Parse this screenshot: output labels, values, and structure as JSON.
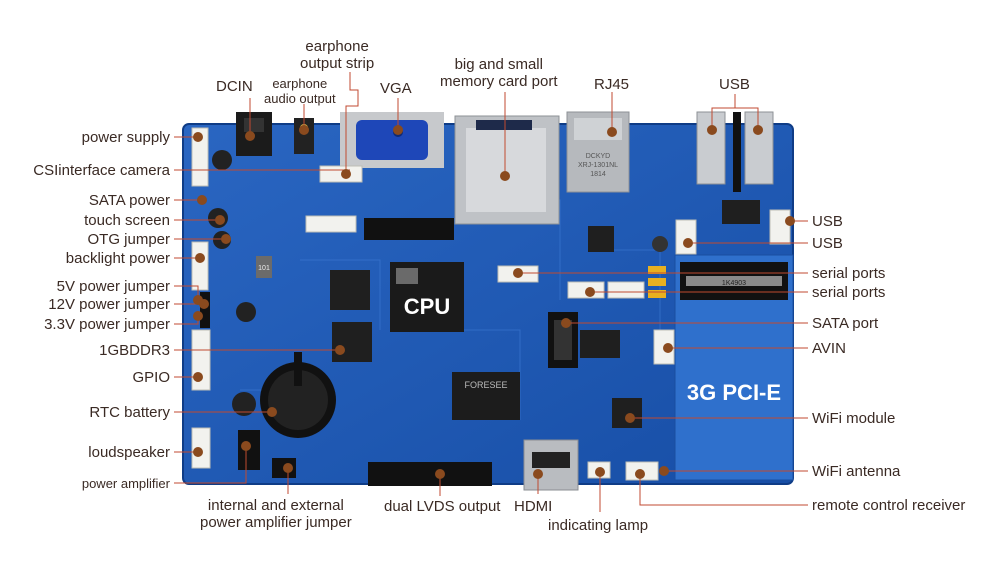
{
  "board": {
    "cpu_label": "CPU",
    "pcie_label": "3G PCI-E"
  },
  "labels": {
    "earphone_output_strip": "earphone\noutput strip",
    "dcin": "DCIN",
    "earphone_audio_output": "earphone\naudio output",
    "vga": "VGA",
    "memory_card_port": "big and small\nmemory card port",
    "rj45": "RJ45",
    "usb_top": "USB",
    "power_supply": "power supply",
    "csi_camera": "CSIinterface camera",
    "sata_power": "SATA power",
    "touch_screen": "touch screen",
    "otg_jumper": "OTG jumper",
    "backlight_power": "backlight power",
    "jumper_5v": "5V power jumper",
    "jumper_12v": "12V power jumper",
    "jumper_33v": "3.3V power jumper",
    "ddr3": "1GBDDR3",
    "gpio": "GPIO",
    "rtc_battery": "RTC battery",
    "loudspeaker": "loudspeaker",
    "power_amplifier": "power amplifier",
    "amp_jumper": "internal and external\npower amplifier jumper",
    "dual_lvds": "dual LVDS output",
    "hdmi": "HDMI",
    "indicating_lamp": "indicating lamp",
    "remote_receiver": "remote control receiver",
    "wifi_antenna": "WiFi antenna",
    "wifi_module": "WiFi module",
    "avin": "AVIN",
    "sata_port": "SATA port",
    "serial_ports_1": "serial ports",
    "serial_ports_2": "serial ports",
    "usb_right_1": "USB",
    "usb_right_2": "USB"
  },
  "chip_texts": {
    "rj45_jack": "DCKYD\nXRJ-1301NL\n1814",
    "emmc": "FORESEE",
    "inductor": "101",
    "mini_pcie_slot": "1K4903"
  },
  "colors": {
    "pcb": "#1b57b3",
    "pcb_dark": "#0f3c86",
    "leader": "#c04a30",
    "dot": "#8a4a1e",
    "label": "#3a2a24"
  }
}
